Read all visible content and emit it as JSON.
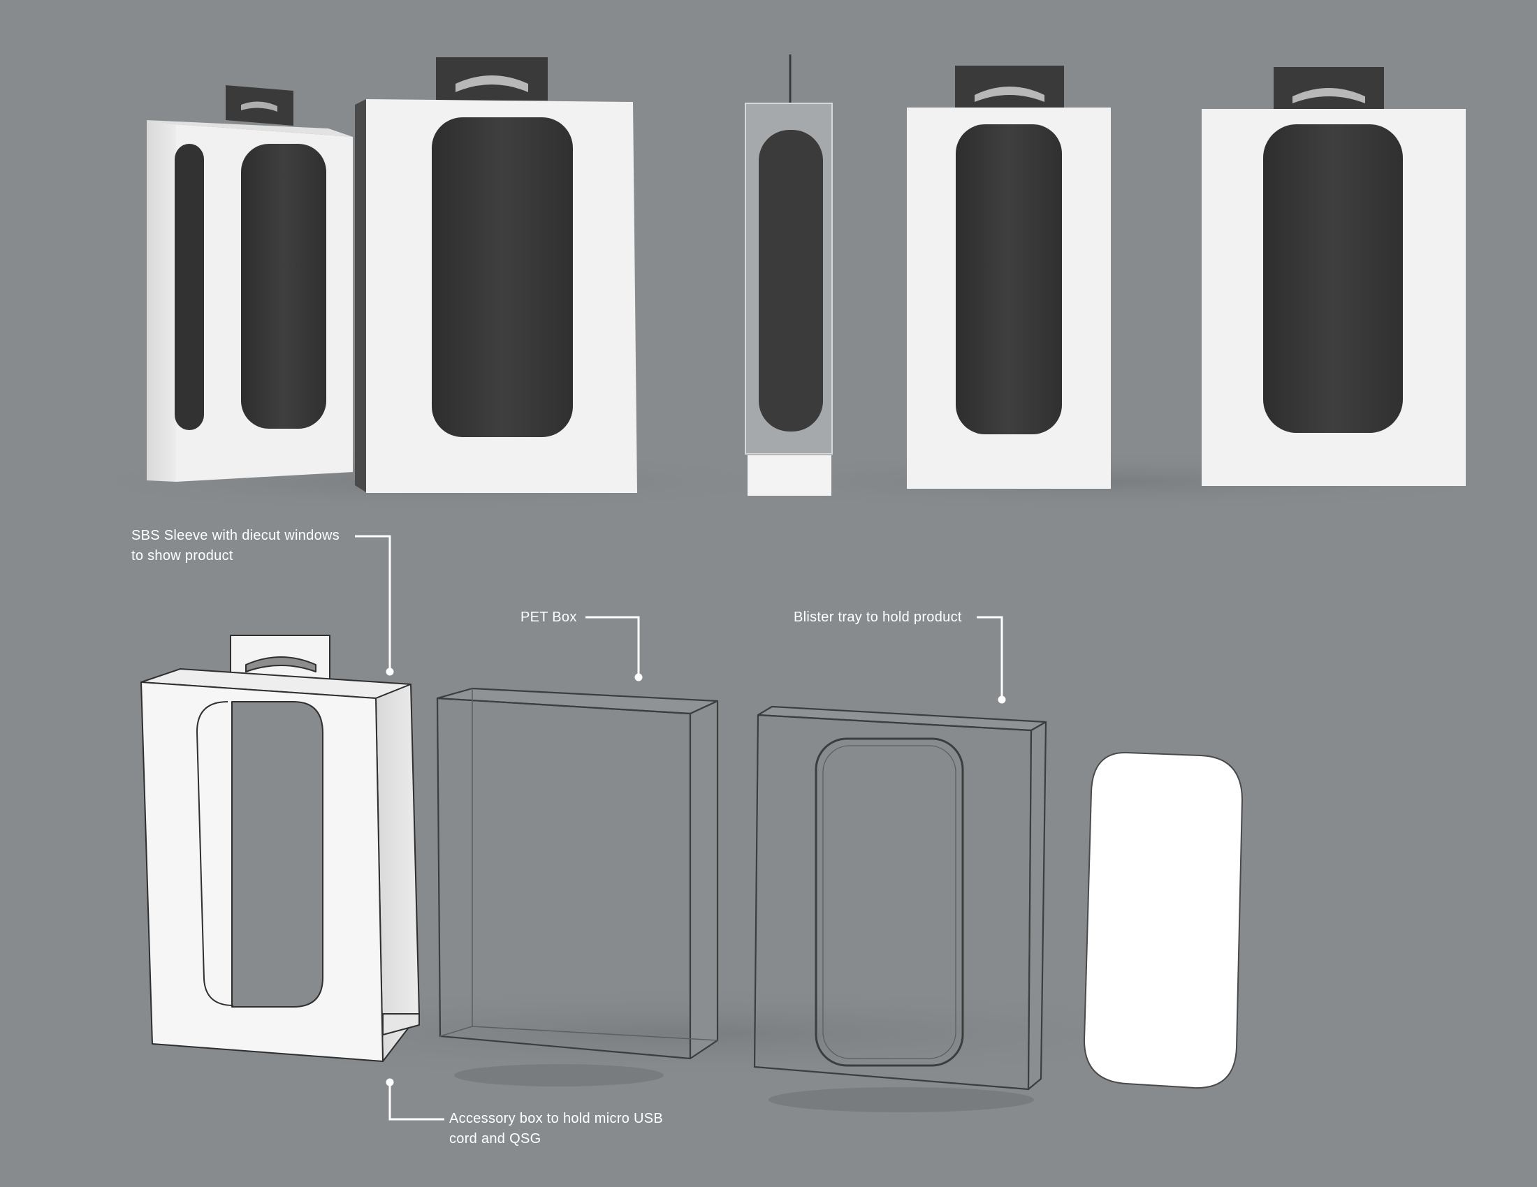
{
  "colors": {
    "background": "#878b8d",
    "sleeve_white": "#f2f2f2",
    "product_dark": "#3a3a3a",
    "hang_tab": "#3c3c3c",
    "callout_line": "#ffffff",
    "outline": "#2f2f2f"
  },
  "renders": [
    {
      "name": "sleeve-angled-view"
    },
    {
      "name": "sleeve-front-view-large"
    },
    {
      "name": "package-side-view"
    },
    {
      "name": "package-front-view"
    },
    {
      "name": "package-back-view"
    }
  ],
  "exploded_view": {
    "parts": [
      "sbs-sleeve",
      "pet-box",
      "blister-tray",
      "accessory-insert"
    ]
  },
  "callouts": {
    "sleeve": {
      "line1": "SBS Sleeve with diecut windows",
      "line2": "to show product"
    },
    "pet_box": {
      "line1": "PET Box"
    },
    "blister": {
      "line1": "Blister tray to hold product"
    },
    "accessory": {
      "line1": "Accessory box  to hold micro USB",
      "line2": "cord and QSG"
    }
  }
}
